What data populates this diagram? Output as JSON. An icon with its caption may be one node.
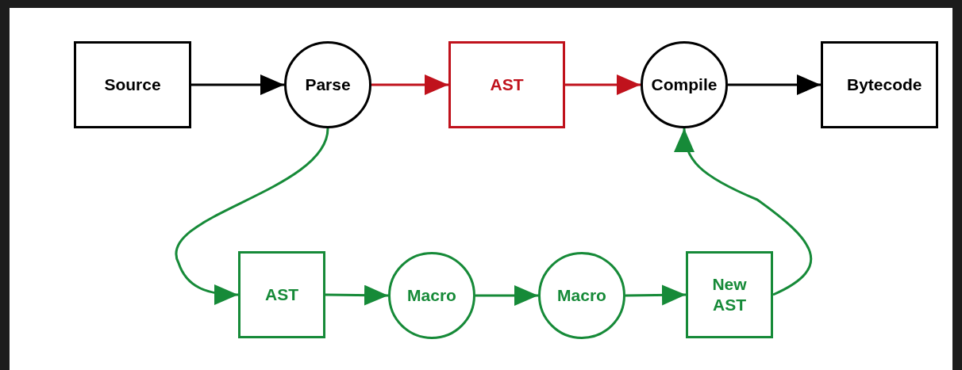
{
  "diagram": {
    "nodes": [
      {
        "text": [
          "Source"
        ]
      },
      {
        "text": [
          "Parse"
        ]
      },
      {
        "text": [
          "AST"
        ]
      },
      {
        "text": [
          "Compile"
        ]
      },
      {
        "text": [
          "Bytecode"
        ]
      },
      {
        "text": [
          "AST"
        ]
      },
      {
        "text": [
          "Macro"
        ]
      },
      {
        "text": [
          "Macro"
        ]
      },
      {
        "text": [
          "New AST"
        ]
      }
    ],
    "edges": [
      {
        "from": 0,
        "to": 1,
        "arrow": "to",
        "color": "#000000"
      },
      {
        "from": 1,
        "to": 2,
        "arrow": "to",
        "color": "#c0121c"
      },
      {
        "from": 2,
        "to": 3,
        "arrow": "to",
        "color": "#c0121c"
      },
      {
        "from": 3,
        "to": 4,
        "arrow": "to",
        "color": "#000000"
      },
      {
        "from": 1,
        "to": 5,
        "arrow": "to"
      },
      {
        "from": 5,
        "to": 6,
        "arrow": "to"
      },
      {
        "from": 6,
        "to": 7,
        "arrow": "to"
      },
      {
        "from": 7,
        "to": 8,
        "arrow": "to"
      },
      {
        "from": 8,
        "to": 3,
        "arrow": "to"
      }
    ]
  }
}
